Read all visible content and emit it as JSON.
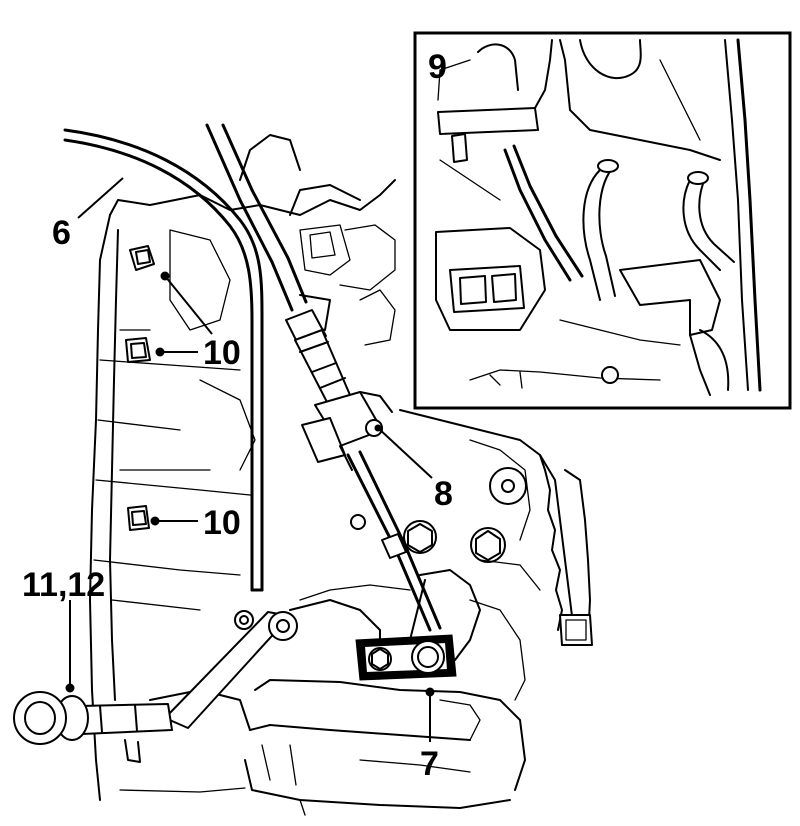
{
  "callouts": {
    "c6": "6",
    "c7": "7",
    "c8": "8",
    "c9": "9",
    "c10a": "10",
    "c10b": "10",
    "c1112": "11,12"
  }
}
